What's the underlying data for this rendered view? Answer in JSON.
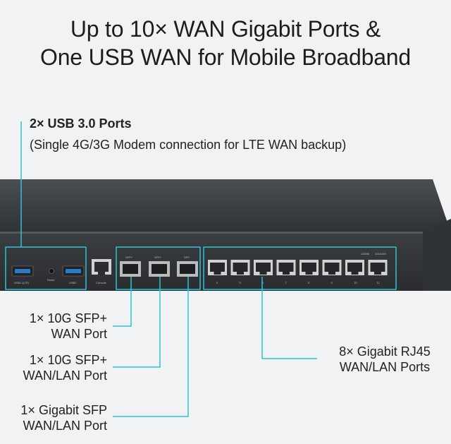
{
  "title": {
    "line1": "Up to 10× WAN Gigabit Ports &",
    "line2": "One USB WAN for Mobile Broadband"
  },
  "usb_callout": {
    "heading": "2× USB 3.0 Ports",
    "note": "(Single 4G/3G Modem connection for LTE WAN backup)"
  },
  "callouts": {
    "sfp_plus_wan": {
      "line1": "1× 10G SFP+",
      "line2": "WAN Port"
    },
    "sfp_plus_wanlan": {
      "line1": "1× 10G SFP+",
      "line2": "WAN/LAN Port"
    },
    "sfp_wanlan": {
      "line1": "1× Gigabit SFP",
      "line2": "WAN/LAN Port"
    },
    "rj45": {
      "line1": "8× Gigabit RJ45",
      "line2": "WAN/LAN Ports"
    }
  },
  "panel_labels": {
    "usb1": "USB1 (LTE)",
    "reset": "Reset",
    "usb2": "USB2",
    "console": "Console",
    "sfp1": "SFP+",
    "sfp2": "SFP+",
    "sfp3": "SFP",
    "led_1000m": "1000M",
    "led_100m": "100/10M",
    "ports": [
      "4",
      "5",
      "6",
      "7",
      "8",
      "9",
      "10",
      "11"
    ]
  },
  "colors": {
    "accent": "#2bc3d6",
    "chassis": "#3a3d41",
    "background": "#f1f2f3"
  }
}
